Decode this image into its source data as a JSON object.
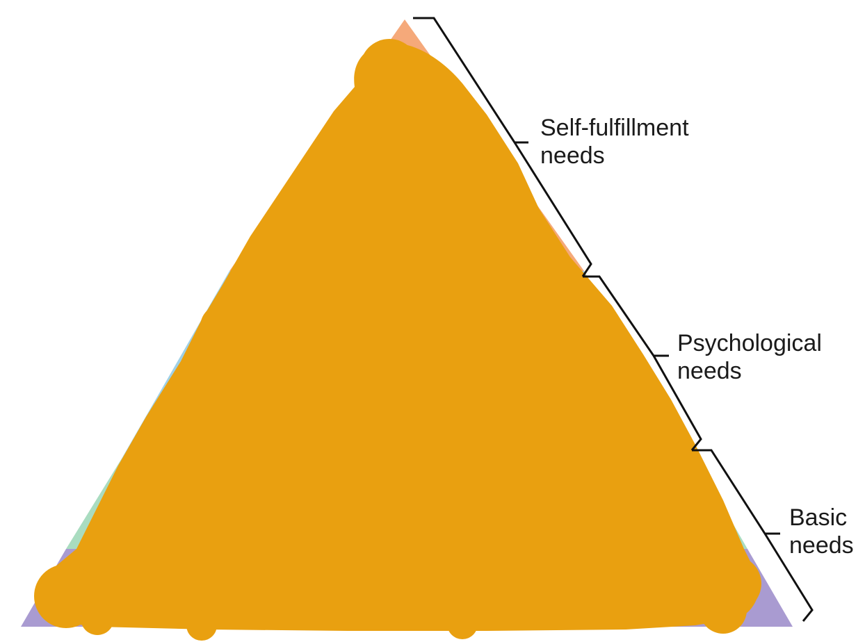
{
  "levels": [
    {
      "key": "self",
      "line1": "Self-fulfillment",
      "line2": "needs",
      "color": "#f5a97a"
    },
    {
      "key": "psych",
      "line1": "Psychological",
      "line2": "needs",
      "color": "#9fd0e6"
    },
    {
      "key": "basic",
      "line1": "Basic",
      "line2": "needs",
      "color": "#a99bd1"
    }
  ],
  "accent_colors": {
    "overlay": "#e9a010",
    "green_band": "#a9dcc0",
    "bracket": "#111111"
  }
}
